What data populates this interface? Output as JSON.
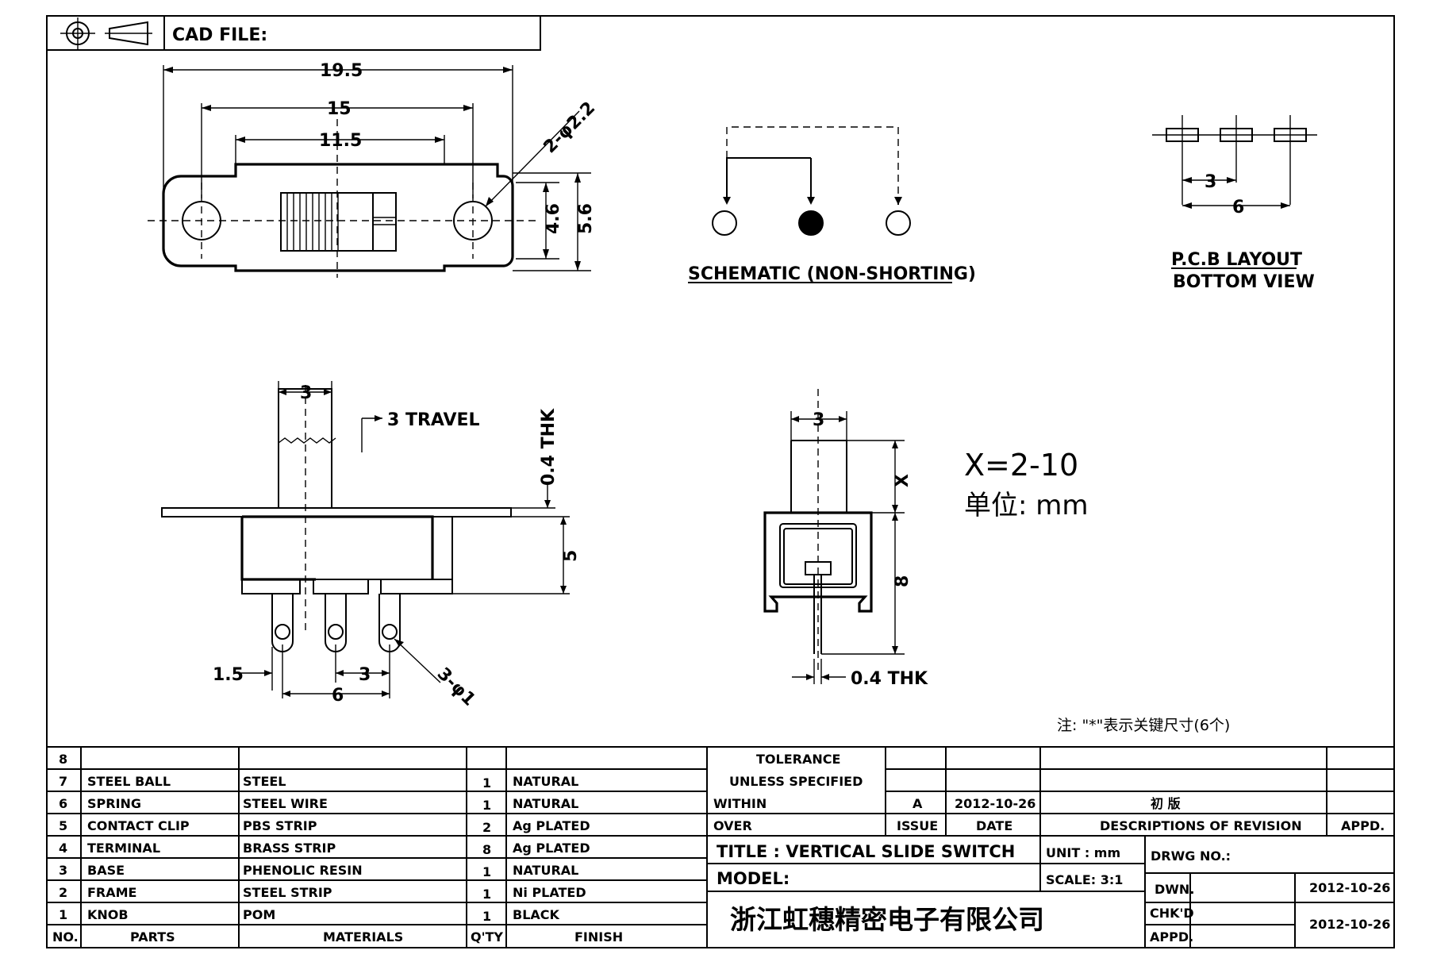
{
  "header": {
    "cad_file_label": "CAD FILE:"
  },
  "top_view": {
    "dim_overall": "19.5",
    "dim_mount": "15",
    "dim_body": "11.5",
    "dim_holes": "2-φ2.2",
    "dim_h1": "4.6",
    "dim_h2": "5.6"
  },
  "schematic": {
    "caption": "SCHEMATIC (NON-SHORTING)"
  },
  "pcb": {
    "caption1": "P.C.B LAYOUT",
    "caption2": "BOTTOM VIEW",
    "dim_pitch": "3",
    "dim_span": "6"
  },
  "side_view": {
    "dim_knob": "3",
    "travel": "3 TRAVEL",
    "thk": "0.4 THK",
    "dim_height": "5",
    "dim_pin_left": "1.5",
    "dim_pitch": "3",
    "dim_span": "6",
    "pins": "3-φ1"
  },
  "end_view": {
    "dim_knob": "3",
    "dim_x": "X",
    "dim_body": "8",
    "thk": "0.4 THK",
    "x_range": "X=2-10",
    "unit": "单位: mm"
  },
  "note": "注: \"*\"表示关键尺寸(6个)",
  "bom": {
    "rows": [
      {
        "no": "8",
        "part": "",
        "material": "",
        "qty": "",
        "finish": ""
      },
      {
        "no": "7",
        "part": "STEEL BALL",
        "material": "STEEL",
        "qty": "1",
        "finish": "NATURAL"
      },
      {
        "no": "6",
        "part": "SPRING",
        "material": "STEEL WIRE",
        "qty": "1",
        "finish": "NATURAL"
      },
      {
        "no": "5",
        "part": "CONTACT CLIP",
        "material": "PBS STRIP",
        "qty": "2",
        "finish": "Ag PLATED"
      },
      {
        "no": "4",
        "part": "TERMINAL",
        "material": "BRASS STRIP",
        "qty": "8",
        "finish": "Ag PLATED"
      },
      {
        "no": "3",
        "part": "BASE",
        "material": "PHENOLIC RESIN",
        "qty": "1",
        "finish": "NATURAL"
      },
      {
        "no": "2",
        "part": "FRAME",
        "material": "STEEL STRIP",
        "qty": "1",
        "finish": "Ni PLATED"
      },
      {
        "no": "1",
        "part": "KNOB",
        "material": "POM",
        "qty": "1",
        "finish": "BLACK"
      }
    ],
    "headers": {
      "no": "NO.",
      "part": "PARTS",
      "material": "MATERIALS",
      "qty": "Q'TY",
      "finish": "FINISH"
    }
  },
  "title_block": {
    "tolerance": "TOLERANCE",
    "unless": "UNLESS  SPECIFIED",
    "within": "WITHIN",
    "over": "OVER",
    "issue_val": "A",
    "date_val": "2012-10-26",
    "revision_val": "初    版",
    "issue": "ISSUE",
    "date": "DATE",
    "descriptions": "DESCRIPTIONS OF REVISION",
    "appd": "APPD.",
    "title": "TITLE :   VERTICAL  SLIDE  SWITCH",
    "unit": "UNIT :   mm",
    "drwg_no": "DRWG NO.:",
    "model": "MODEL:",
    "scale": "SCALE:   3:1",
    "dwn": "DWN.",
    "dwn_date": "2012-10-26",
    "chkd": "CHK'D",
    "appd2": "APPD.",
    "chk_date": "2012-10-26",
    "company": "浙江虹穗精密电子有限公司"
  }
}
